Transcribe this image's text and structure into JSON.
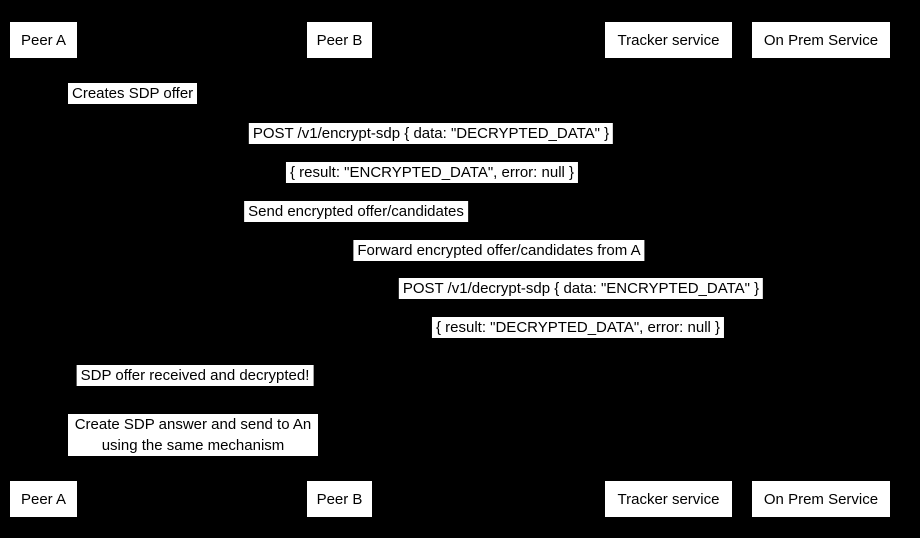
{
  "diagram": {
    "type": "sequence-diagram",
    "colors": {
      "background": "#000000",
      "box_fill": "#ffffff",
      "text": "#000000"
    }
  },
  "participants": [
    {
      "label": "Peer A"
    },
    {
      "label": "Peer B"
    },
    {
      "label": "Tracker service"
    },
    {
      "label": "On Prem Service"
    }
  ],
  "messages": [
    {
      "text": "Creates SDP offer"
    },
    {
      "text": "POST /v1/encrypt-sdp { data: \"DECRYPTED_DATA\" }"
    },
    {
      "text": "{ result: \"ENCRYPTED_DATA\", error: null }"
    },
    {
      "text": "Send encrypted offer/candidates"
    },
    {
      "text": "Forward encrypted offer/candidates from A"
    },
    {
      "text": "POST /v1/decrypt-sdp { data: \"ENCRYPTED_DATA\" }"
    },
    {
      "text": "{ result: \"DECRYPTED_DATA\", error: null }"
    },
    {
      "text": "SDP offer received and decrypted!"
    }
  ],
  "note": {
    "lines": [
      "Create SDP answer and send to An",
      "using the same mechanism"
    ]
  }
}
